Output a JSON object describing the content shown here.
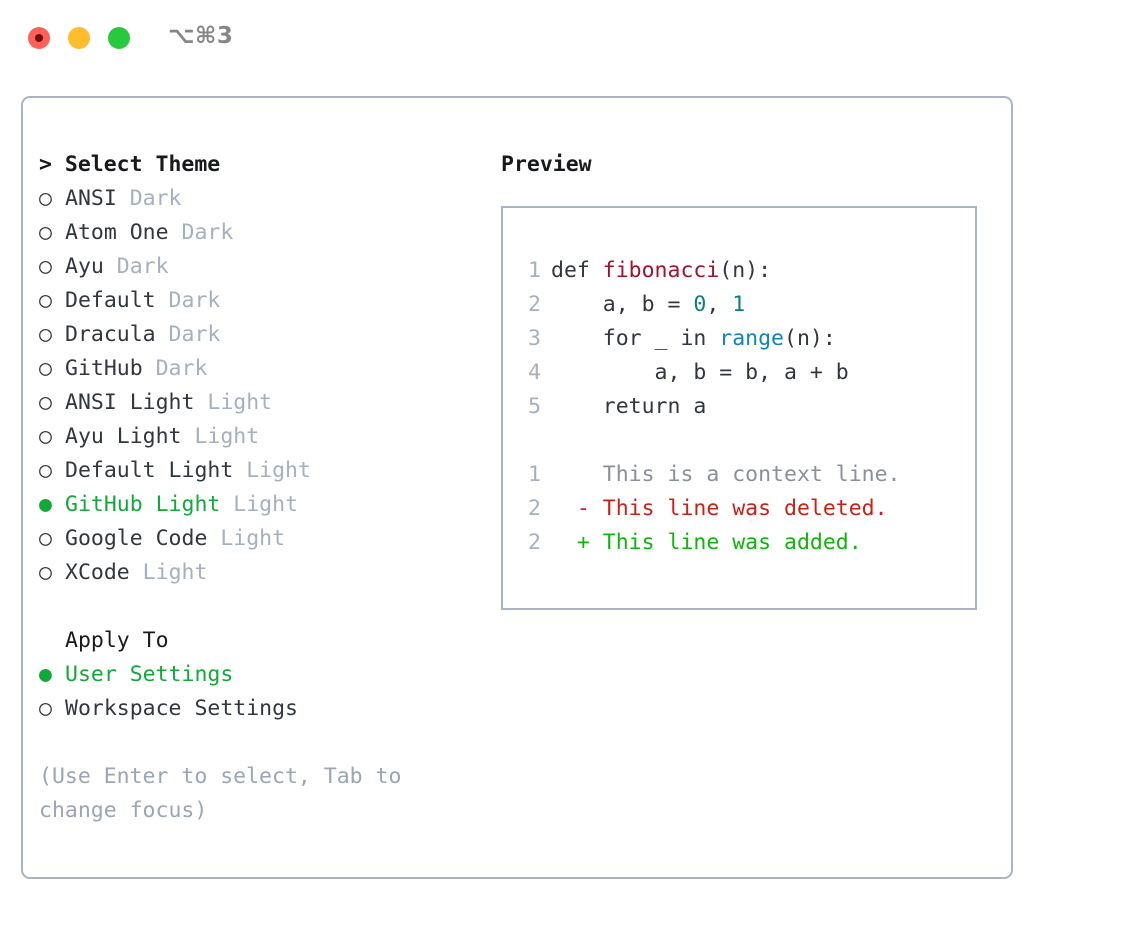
{
  "titlebar": {
    "shortcut": "⌥⌘3",
    "dots": [
      {
        "name": "close",
        "color": "#ff6058"
      },
      {
        "name": "minimize",
        "color": "#ffbd2e"
      },
      {
        "name": "maximize",
        "color": "#29c93f"
      }
    ]
  },
  "theme_list": {
    "header": "> Select Theme",
    "options": [
      {
        "marker": "○",
        "label": "ANSI",
        "tag": "Dark",
        "selected": false
      },
      {
        "marker": "○",
        "label": "Atom One",
        "tag": "Dark",
        "selected": false
      },
      {
        "marker": "○",
        "label": "Ayu",
        "tag": "Dark",
        "selected": false
      },
      {
        "marker": "○",
        "label": "Default",
        "tag": "Dark",
        "selected": false
      },
      {
        "marker": "○",
        "label": "Dracula",
        "tag": "Dark",
        "selected": false
      },
      {
        "marker": "○",
        "label": "GitHub",
        "tag": "Dark",
        "selected": false
      },
      {
        "marker": "○",
        "label": "ANSI Light",
        "tag": "Light",
        "selected": false
      },
      {
        "marker": "○",
        "label": "Ayu Light",
        "tag": "Light",
        "selected": false
      },
      {
        "marker": "○",
        "label": "Default Light",
        "tag": "Light",
        "selected": false
      },
      {
        "marker": "●",
        "label": "GitHub Light",
        "tag": "Light",
        "selected": true
      },
      {
        "marker": "○",
        "label": "Google Code",
        "tag": "Light",
        "selected": false
      },
      {
        "marker": "○",
        "label": "XCode",
        "tag": "Light",
        "selected": false
      }
    ]
  },
  "apply_to": {
    "header": "Apply To",
    "options": [
      {
        "marker": "●",
        "label": "User Settings",
        "selected": true
      },
      {
        "marker": "○",
        "label": "Workspace Settings",
        "selected": false
      }
    ]
  },
  "hint": "(Use Enter to select, Tab to change focus)",
  "preview": {
    "title": "Preview",
    "code": [
      {
        "num": "1",
        "tokens": [
          {
            "t": "def ",
            "c": "plain"
          },
          {
            "t": "fibonacci",
            "c": "fn"
          },
          {
            "t": "(n):",
            "c": "plain"
          }
        ]
      },
      {
        "num": "2",
        "tokens": [
          {
            "t": "    a, b = ",
            "c": "plain"
          },
          {
            "t": "0",
            "c": "num"
          },
          {
            "t": ", ",
            "c": "plain"
          },
          {
            "t": "1",
            "c": "num"
          }
        ]
      },
      {
        "num": "3",
        "tokens": [
          {
            "t": "    for _ in ",
            "c": "plain"
          },
          {
            "t": "range",
            "c": "call"
          },
          {
            "t": "(n):",
            "c": "plain"
          }
        ]
      },
      {
        "num": "4",
        "tokens": [
          {
            "t": "        a, b = b, a + b",
            "c": "plain"
          }
        ]
      },
      {
        "num": "5",
        "tokens": [
          {
            "t": "    return a",
            "c": "plain"
          }
        ]
      }
    ],
    "diff": [
      {
        "num": "1",
        "sign": " ",
        "text": " This is a context line.",
        "kind": "ctx"
      },
      {
        "num": "2",
        "sign": "-",
        "text": " This line was deleted.",
        "kind": "del"
      },
      {
        "num": "2",
        "sign": "+",
        "text": " This line was added.",
        "kind": "add"
      }
    ]
  },
  "colors": {
    "accent_green": "#12a83a",
    "muted": "#a6b0bd",
    "border": "#abb4c2",
    "diff_add": "#11b30e",
    "diff_del": "#cc2017",
    "fn": "#a3122a",
    "number": "#0e7f7f",
    "call": "#1184b8"
  }
}
